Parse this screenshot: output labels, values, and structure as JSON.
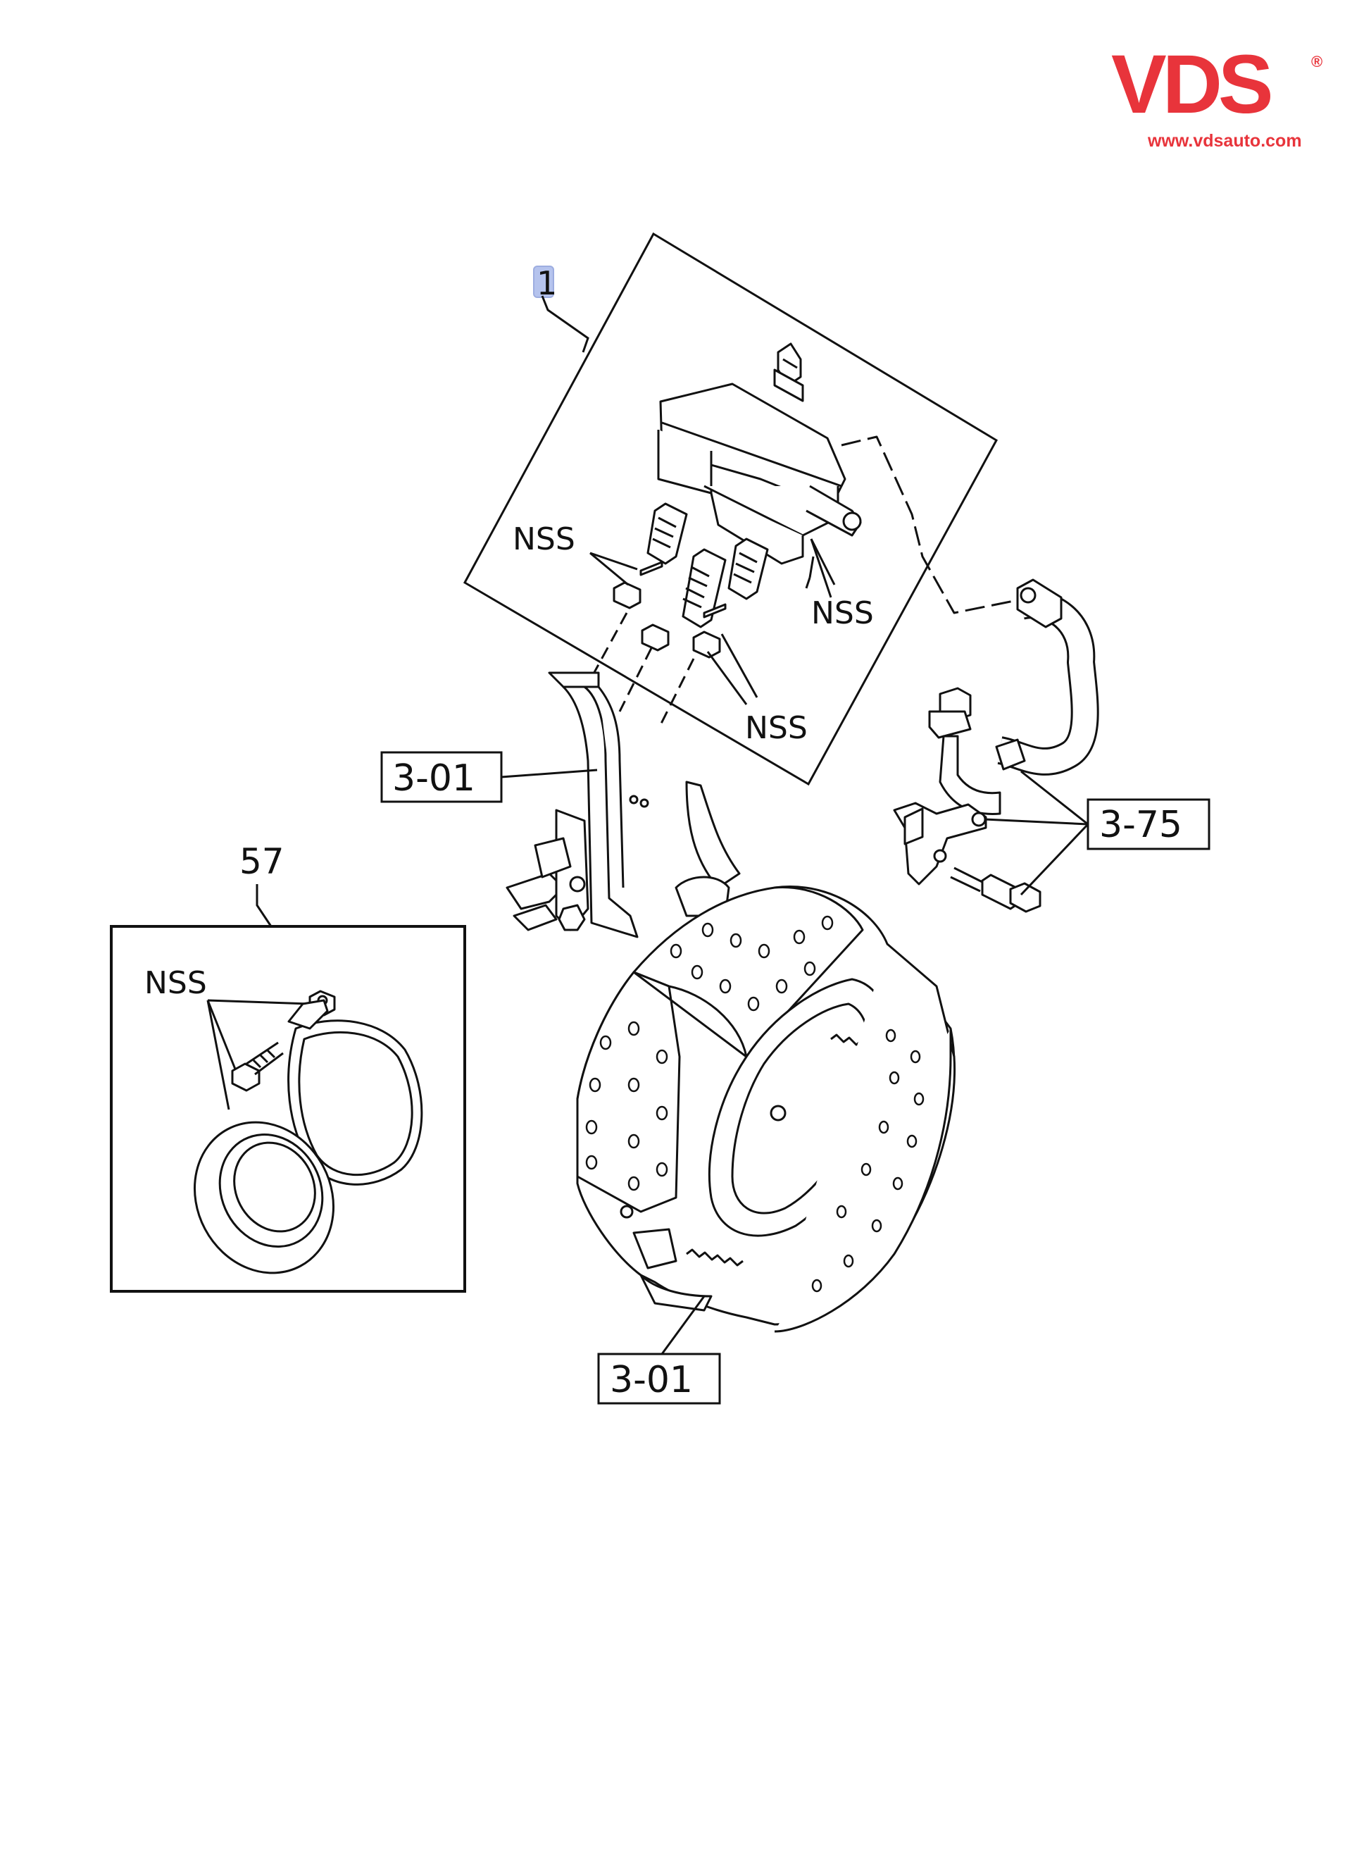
{
  "brand": {
    "logo_text": "VDS",
    "registered_mark": "®",
    "url": "www.vdsauto.com",
    "color": "#e8343b"
  },
  "diagram": {
    "callout_1": "1",
    "callout_57": "57",
    "nss_labels": [
      "NSS",
      "NSS",
      "NSS",
      "NSS"
    ],
    "ref_3_01_upper": "3-01",
    "ref_3_01_lower": "3-01",
    "ref_3_75": "3-75",
    "highlight_color": "#9db0e8"
  }
}
